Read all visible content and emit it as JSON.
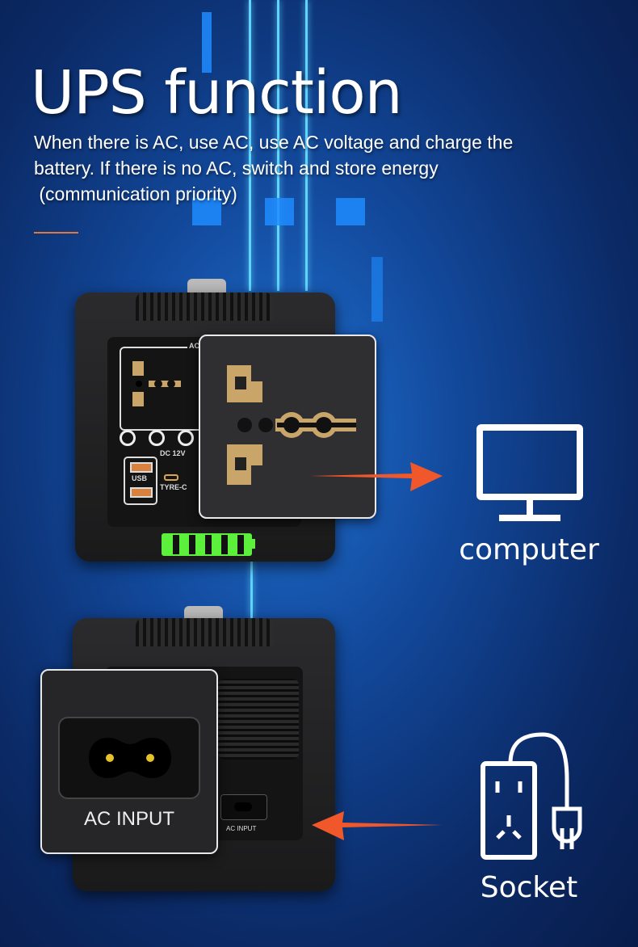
{
  "header": {
    "title": "UPS function",
    "description_lines": [
      "When there is AC, use AC, use AC voltage and charge the",
      "battery. If there is no AC, switch and store energy",
      " (communication priority)"
    ]
  },
  "device_front": {
    "panel_labels": {
      "ac": "AC",
      "dc": "DC 12V",
      "usb": "USB",
      "typec": "TYRE-C"
    },
    "battery_level": 1.0
  },
  "device_back": {
    "port_label": "AC INPUT",
    "zoom_label": "AC INPUT"
  },
  "targets": {
    "computer_label": "computer",
    "socket_label": "Socket"
  },
  "colors": {
    "accent_arrow": "#f0572a",
    "outlet_gold": "#c9a56a",
    "battery_green": "#5cf03c",
    "rule": "#e0783a"
  }
}
